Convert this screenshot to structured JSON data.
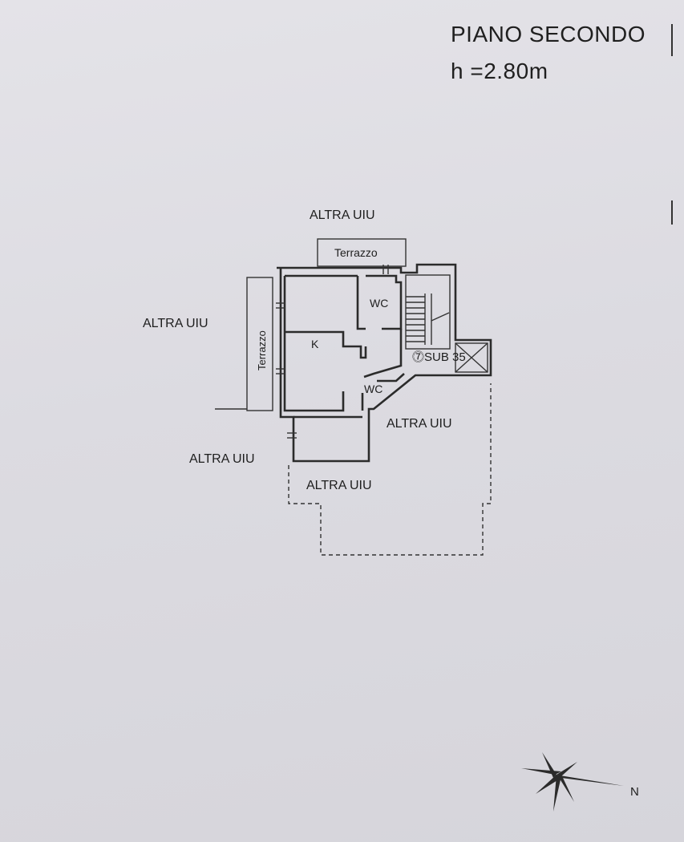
{
  "header": {
    "floor_label": "PIANO SECONDO",
    "height_label": "h =2.80m"
  },
  "plan": {
    "labels": {
      "altra_top": "ALTRA UIU",
      "altra_left": "ALTRA UIU",
      "altra_left_lower": "ALTRA UIU",
      "altra_bottom": "ALTRA UIU",
      "altra_right": "ALTRA UIU",
      "terrazzo_top": "Terrazzo",
      "terrazzo_side": "Terrazzo",
      "wc_upper": "WC",
      "wc_lower": "WC",
      "kitchen": "K",
      "sub": "⓻SUB 35",
      "north": "N"
    }
  },
  "colors": {
    "paper": "#dcdbe1",
    "ink": "#2b2b2b"
  }
}
